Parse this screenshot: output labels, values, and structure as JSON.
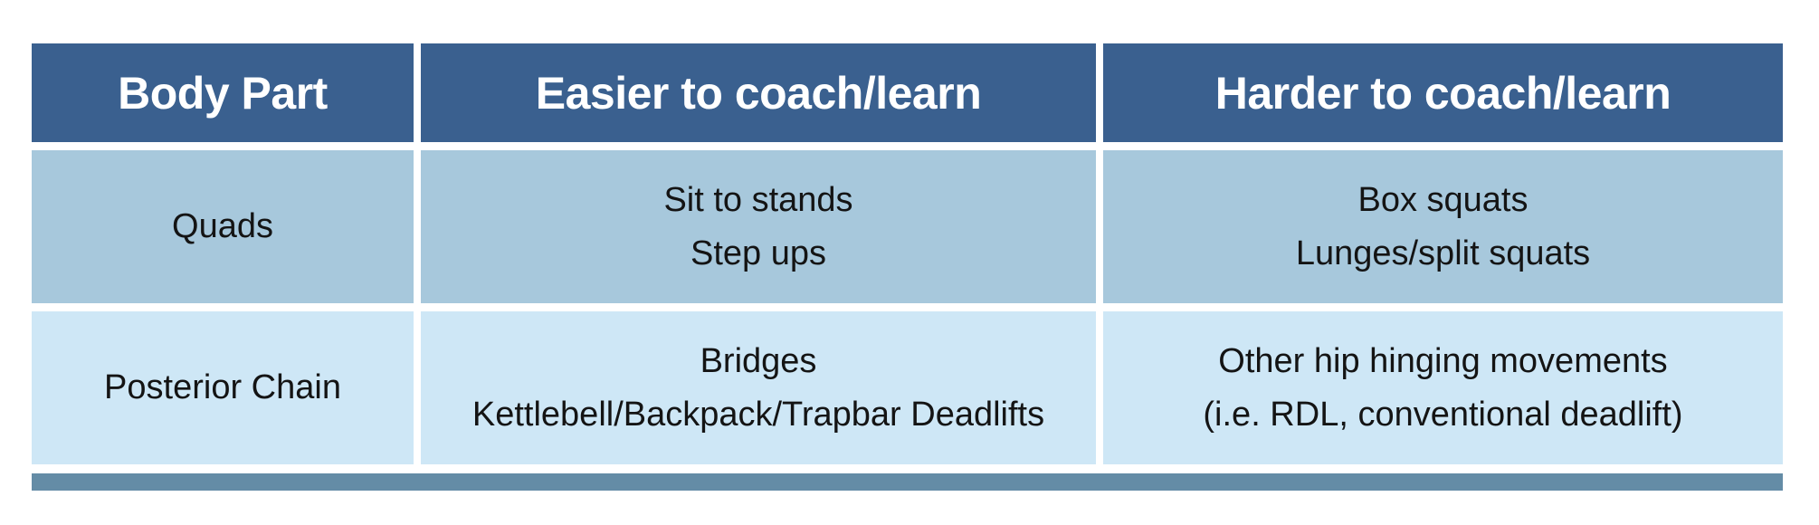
{
  "table": {
    "headers": [
      "Body Part",
      "Easier to coach/learn",
      "Harder to coach/learn"
    ],
    "rows": [
      {
        "body_part": "Quads",
        "easier": [
          "Sit to stands",
          "Step ups"
        ],
        "harder": [
          "Box squats",
          "Lunges/split squats"
        ]
      },
      {
        "body_part": "Posterior Chain",
        "easier": [
          "Bridges",
          "Kettlebell/Backpack/Trapbar Deadlifts"
        ],
        "harder": [
          "Other hip hinging movements",
          "(i.e. RDL, conventional deadlift)"
        ]
      }
    ]
  },
  "colors": {
    "header_bg": "#3a608f",
    "row_1_bg": "#a7c8dc",
    "row_2_bg": "#cee7f6",
    "bottom_rule": "#648ca6"
  }
}
